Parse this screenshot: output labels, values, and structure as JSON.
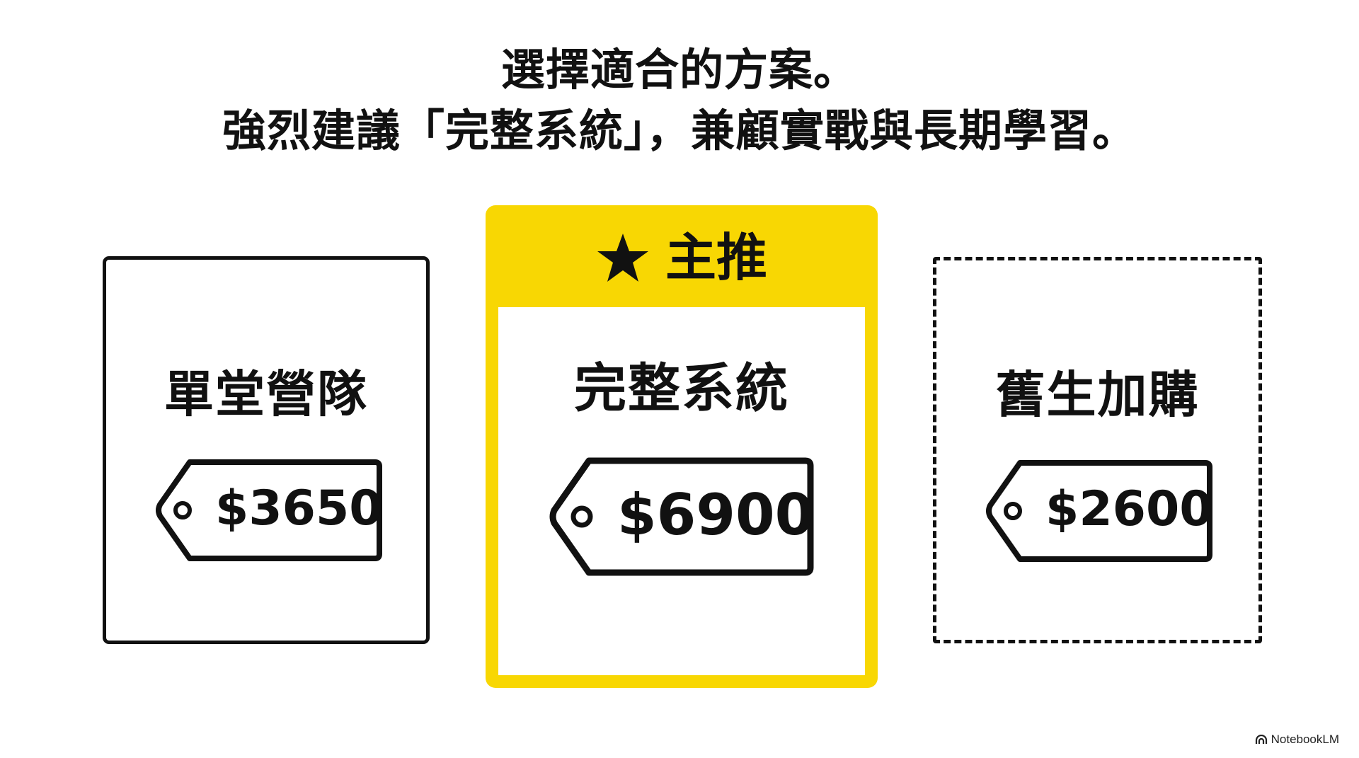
{
  "heading": {
    "line1": "選擇適合的方案。",
    "line2": "強烈建議「完整系統」，兼顧實戰與長期學習。"
  },
  "plans": [
    {
      "name": "單堂營隊",
      "price": "$3650",
      "border": "solid"
    },
    {
      "name": "完整系統",
      "price": "$6900",
      "badge": "主推",
      "badge_icon": "star-icon",
      "highlight": true
    },
    {
      "name": "舊生加購",
      "price": "$2600",
      "border": "dashed"
    }
  ],
  "colors": {
    "accent": "#f8d703",
    "text": "#111111",
    "background": "#ffffff"
  },
  "watermark": {
    "label": "NotebookLM",
    "icon": "notebooklm-logo-icon"
  }
}
